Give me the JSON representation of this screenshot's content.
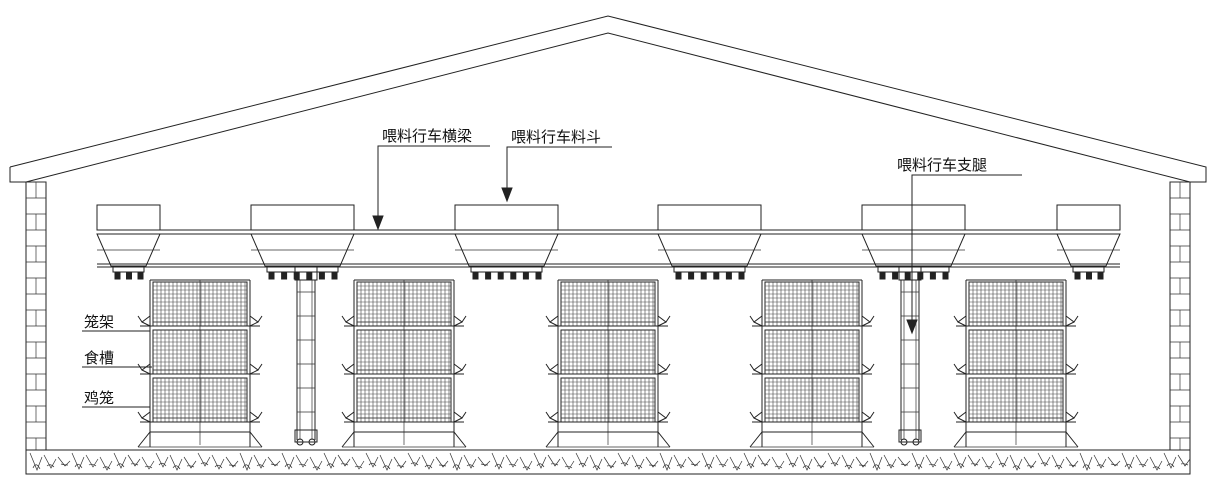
{
  "labels": {
    "beam": "喂料行车横梁",
    "hopper": "喂料行车料斗",
    "leg": "喂料行车支腿",
    "cage_frame": "笼架",
    "trough": "食槽",
    "cage": "鸡笼"
  },
  "counts": {
    "cage_banks": 5,
    "hoppers": 6,
    "support_legs": 2,
    "tiers_per_bank": 3
  }
}
